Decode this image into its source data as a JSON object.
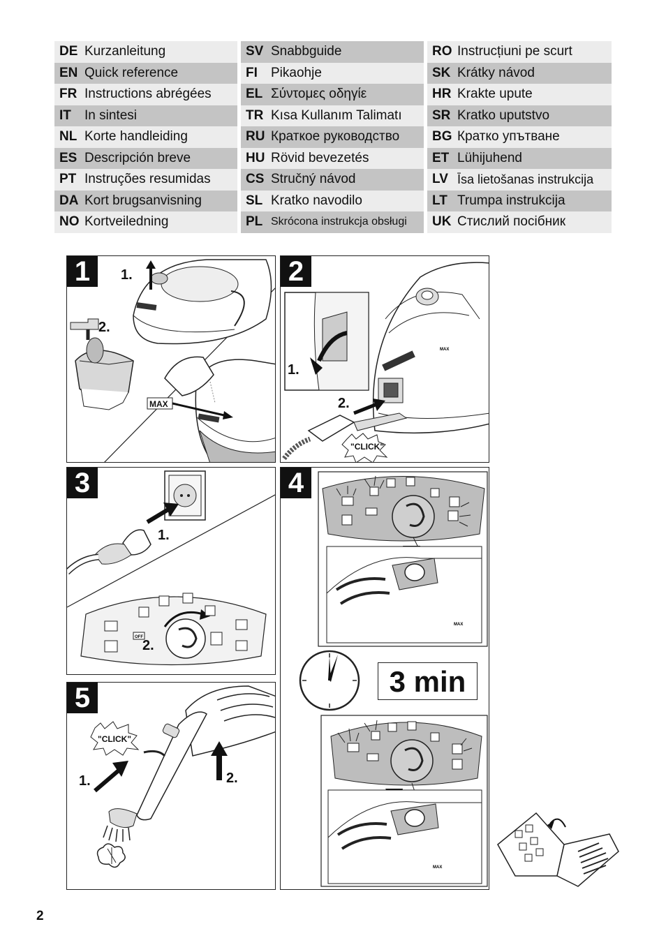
{
  "languages": [
    [
      {
        "code": "DE",
        "name": "Kurzanleitung"
      },
      {
        "code": "EN",
        "name": "Quick reference"
      },
      {
        "code": "FR",
        "name": "Instructions abrégées"
      },
      {
        "code": "IT",
        "name": "In sintesi"
      },
      {
        "code": "NL",
        "name": "Korte handleiding"
      },
      {
        "code": "ES",
        "name": "Descripción breve"
      },
      {
        "code": "PT",
        "name": "Instruções resumidas"
      },
      {
        "code": "DA",
        "name": "Kort brugsanvisning"
      },
      {
        "code": "NO",
        "name": "Kortveiledning"
      }
    ],
    [
      {
        "code": "SV",
        "name": "Snabbguide"
      },
      {
        "code": "FI",
        "name": "Pikaohje"
      },
      {
        "code": "EL",
        "name": "Σύντομες οδηγίε"
      },
      {
        "code": "TR",
        "name": "Kısa Kullanım Talimatı"
      },
      {
        "code": "RU",
        "name": "Краткое руководство"
      },
      {
        "code": "HU",
        "name": "Rövid bevezetés"
      },
      {
        "code": "CS",
        "name": "Stručný návod"
      },
      {
        "code": "SL",
        "name": "Kratko navodilo"
      },
      {
        "code": "PL",
        "name": "Skrócona instrukcja obsługi"
      }
    ],
    [
      {
        "code": "RO",
        "name": "Instrucțiuni pe scurt"
      },
      {
        "code": "SK",
        "name": "Krátky návod"
      },
      {
        "code": "HR",
        "name": "Krakte upute"
      },
      {
        "code": "SR",
        "name": "Kratko uputstvo"
      },
      {
        "code": "BG",
        "name": "Кратко упътване"
      },
      {
        "code": "ET",
        "name": "Lühijuhend"
      },
      {
        "code": "LV",
        "name": "Īsa lietošanas instrukcija"
      },
      {
        "code": "LT",
        "name": "Trumpa instrukcija"
      },
      {
        "code": "UK",
        "name": "Стислий посібник"
      }
    ]
  ],
  "steps": {
    "s1": {
      "num": "1",
      "sub1": "1.",
      "sub2": "2.",
      "max": "MAX"
    },
    "s2": {
      "num": "2",
      "sub1": "1.",
      "sub2": "2.",
      "click": "\"CLICK\""
    },
    "s3": {
      "num": "3",
      "sub1": "1.",
      "sub2": "2."
    },
    "s4": {
      "num": "4",
      "timer": "3 min"
    },
    "s5": {
      "num": "5",
      "sub1": "1.",
      "sub2": "2.",
      "click": "\"CLICK\""
    }
  },
  "dial_labels": {
    "off": "OFF",
    "max": "MAX"
  },
  "page_number": "2"
}
